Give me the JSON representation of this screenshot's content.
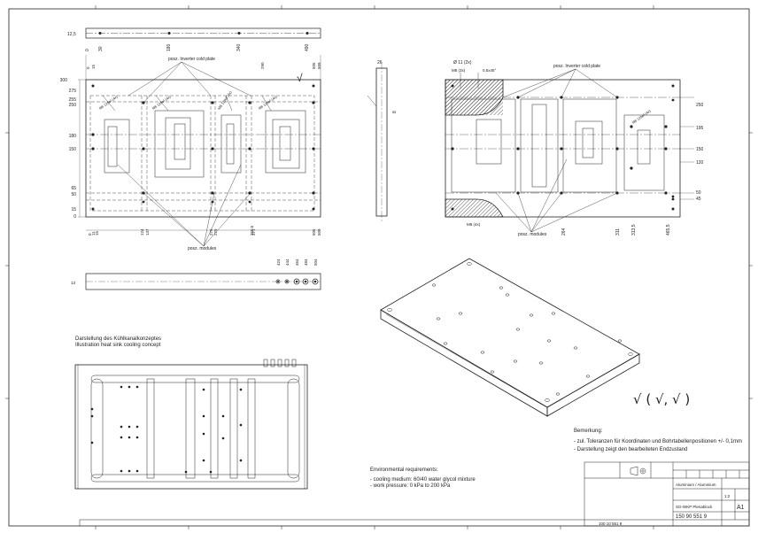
{
  "views": {
    "cold_plate_label_top": "posz. Inverter cold plate",
    "modules_label_top": "posz. modules",
    "cold_plate_label_right": "posz. Inverter cold plate",
    "modules_label_right": "posz. modules",
    "thread_callout": "M6 12tief (4x)",
    "thread_callout_right": "M8 (3x)",
    "thread_callout_right2": "M8 (4x)",
    "hole_callout": "Ø 11 (2x)",
    "chamfer_callout": "0,5x45°",
    "dims_top_strip": [
      "0",
      "30",
      "180",
      "340",
      "490",
      "12,5"
    ],
    "dims_main_left": [
      "300",
      "275",
      "255",
      "250",
      "180",
      "150",
      "65",
      "50",
      "15",
      "0"
    ],
    "dims_main_bottom": [
      "0",
      "11",
      "15",
      "124",
      "137",
      "275",
      "279",
      "350,5",
      "371",
      "505",
      "509"
    ],
    "dims_main_top": [
      "0",
      "15",
      "290",
      "505",
      "509"
    ],
    "dims_side": [
      "26",
      "8"
    ],
    "dims_right_v": [
      "250",
      "195",
      "150",
      "120",
      "50",
      "45"
    ],
    "dims_right_b": [
      "264",
      "311",
      "313,5",
      "465,5"
    ],
    "dims_bottom_strip": [
      "424",
      "444",
      "464",
      "484",
      "504",
      "13"
    ],
    "surface_symbol": "√"
  },
  "concept": {
    "title_de": "Darstellung des Kühlkanalkonzeptes",
    "title_en": "Illustration heat sink cooling concept"
  },
  "environment": {
    "heading": "Environmental requirements:",
    "items": [
      "- cooling medium:  60/40 water glycol mixture",
      "- work pressure:  0 kPa to 200 kPa"
    ]
  },
  "remarks": {
    "heading": "Bemerkung:",
    "items": [
      "- zul. Toleranzen für Koordinaten und Bohrtabellenpositionen +/- 0,1mm",
      "- Darstellung zeigt den bearbeiteten Endzustand"
    ]
  },
  "roughness_symbol": "√ ( √, √ )",
  "title_block": {
    "material": "Aluminium / Aluminium",
    "scale": "1:2",
    "sheet": "A1",
    "part_name": "SG-WKP Plenablock",
    "drawing_no": "150 90 551 9",
    "footer_no": "100 10 551 9"
  },
  "colors": {
    "line": "#222222",
    "hatch": "#333333"
  }
}
